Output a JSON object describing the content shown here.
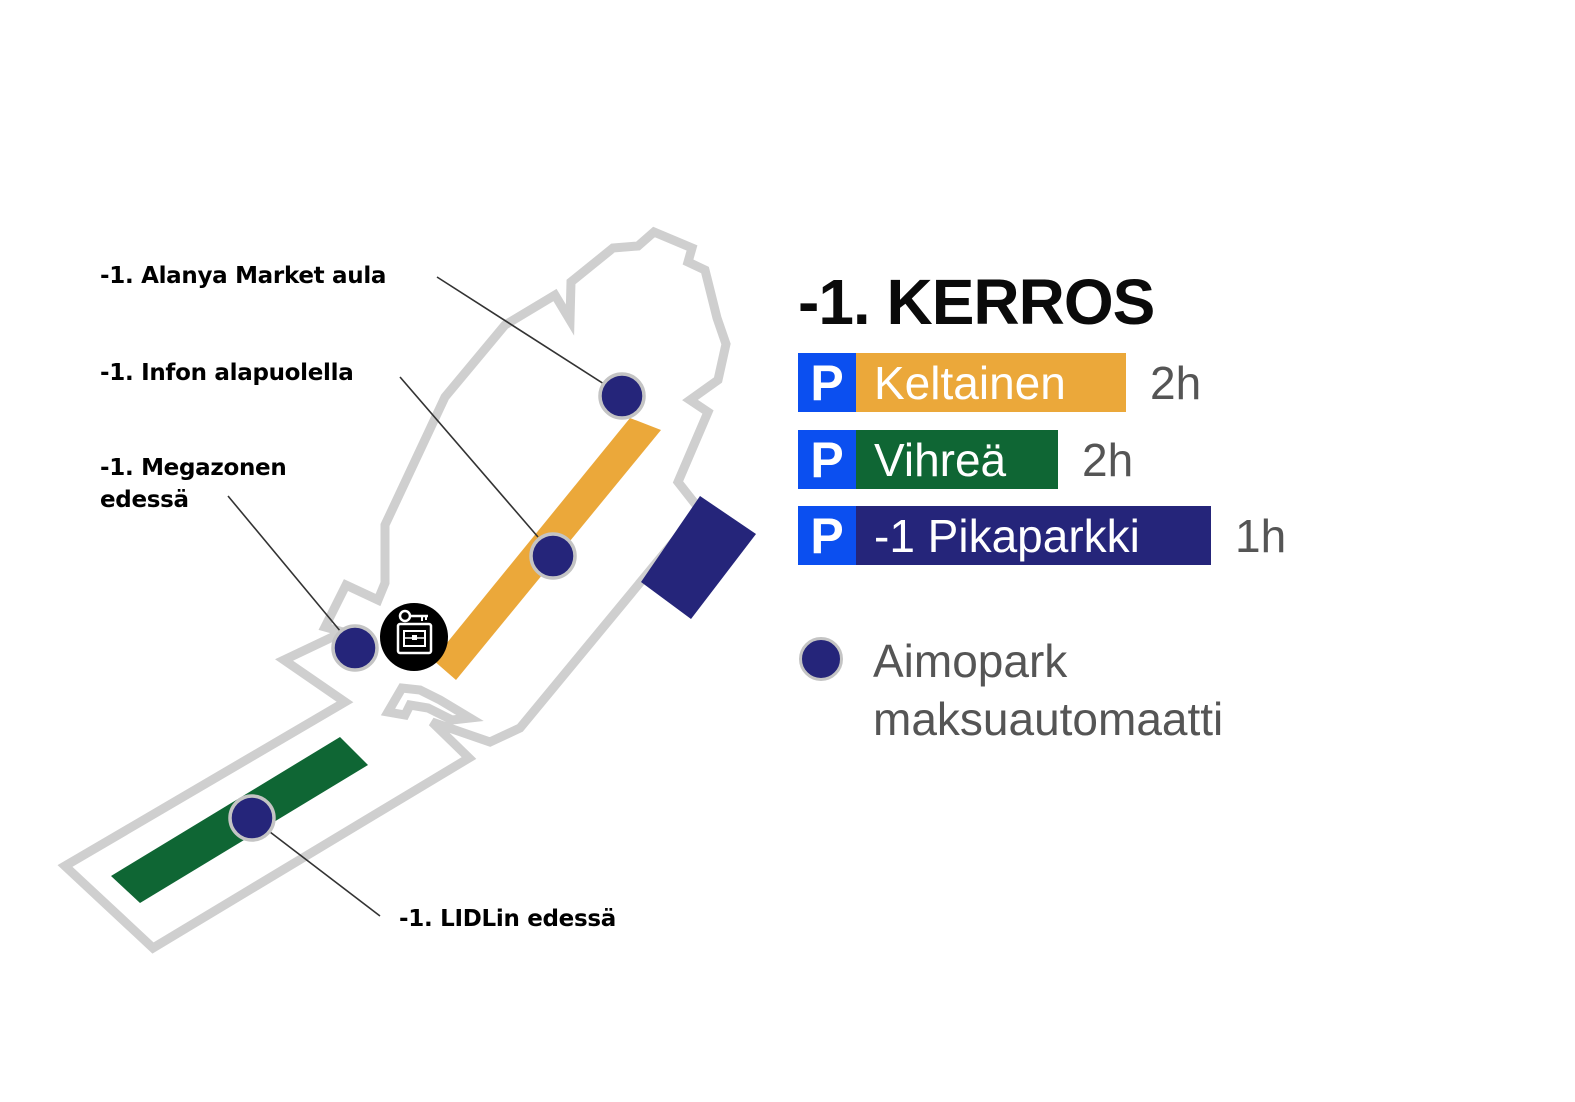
{
  "floor_title": "-1. KERROS",
  "colors": {
    "outline": "#cfcfcf",
    "parking_p": "#0b4ff0",
    "yellow": "#eba83a",
    "green": "#0f6634",
    "navy": "#25257a",
    "text_grey": "#555555"
  },
  "parking_areas": [
    {
      "p": "P",
      "name": "Keltainen",
      "duration": "2h",
      "color": "#eba83a"
    },
    {
      "p": "P",
      "name": "Vihreä",
      "duration": "2h",
      "color": "#0f6634"
    },
    {
      "p": "P",
      "name": "-1 Pikaparkki",
      "duration": "1h",
      "color": "#25257a"
    }
  ],
  "legend": {
    "marker_icon": "payment-machine-dot-icon",
    "line1": "Aimopark",
    "line2": "maksuautomaatti"
  },
  "locations": {
    "alanya": "-1. Alanya Market aula",
    "infon": "-1. Infon alapuolella",
    "megazone_line1": "-1. Megazonen",
    "megazone_line2": "edessä",
    "lidl": "-1. LIDLin edessä"
  },
  "info_icon": "key-and-briefcase-icon"
}
